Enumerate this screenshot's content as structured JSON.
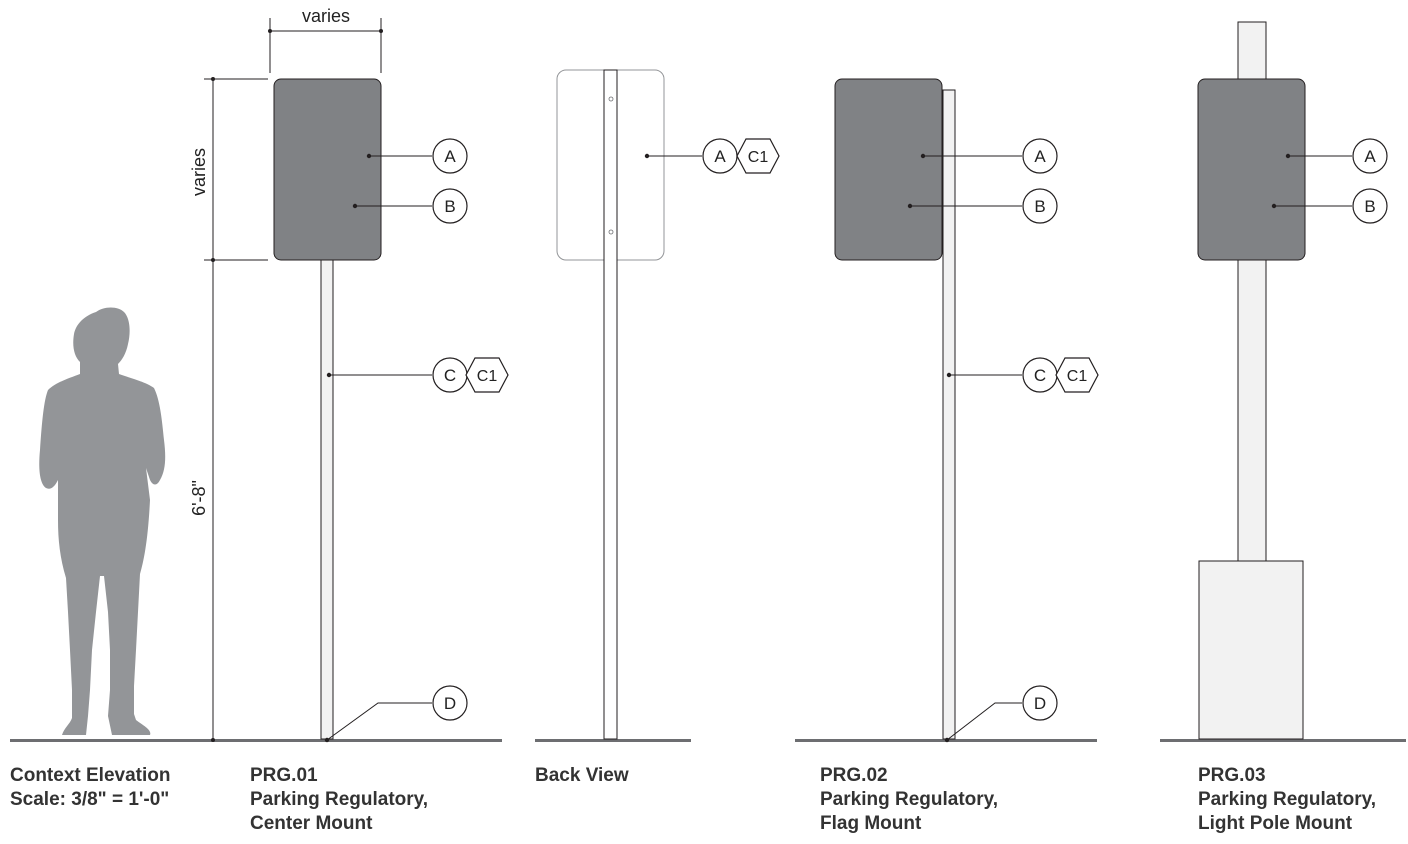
{
  "dimensions": {
    "sign_width": "varies",
    "sign_height": "varies",
    "mount_height": "6'-8\""
  },
  "tags": {
    "a": "A",
    "b": "B",
    "c": "C",
    "d": "D",
    "c1": "C1"
  },
  "captions": {
    "context": {
      "line1": "Context Elevation",
      "line2": "Scale:  3/8\" = 1'-0\""
    },
    "prg01": {
      "line1": "PRG.01",
      "line2": "Parking Regulatory,",
      "line3": "Center Mount"
    },
    "back": {
      "line1": "Back View"
    },
    "prg02": {
      "line1": "PRG.02",
      "line2": "Parking Regulatory,",
      "line3": "Flag Mount"
    },
    "prg03": {
      "line1": "PRG.03",
      "line2": "Parking Regulatory,",
      "line3": "Light Pole Mount"
    }
  },
  "colors": {
    "sign_panel": "#808285",
    "person_silhouette": "#939598",
    "ground_line": "#6d6e71",
    "pole_fill": "#f2f2f2",
    "line": "#231f20"
  }
}
